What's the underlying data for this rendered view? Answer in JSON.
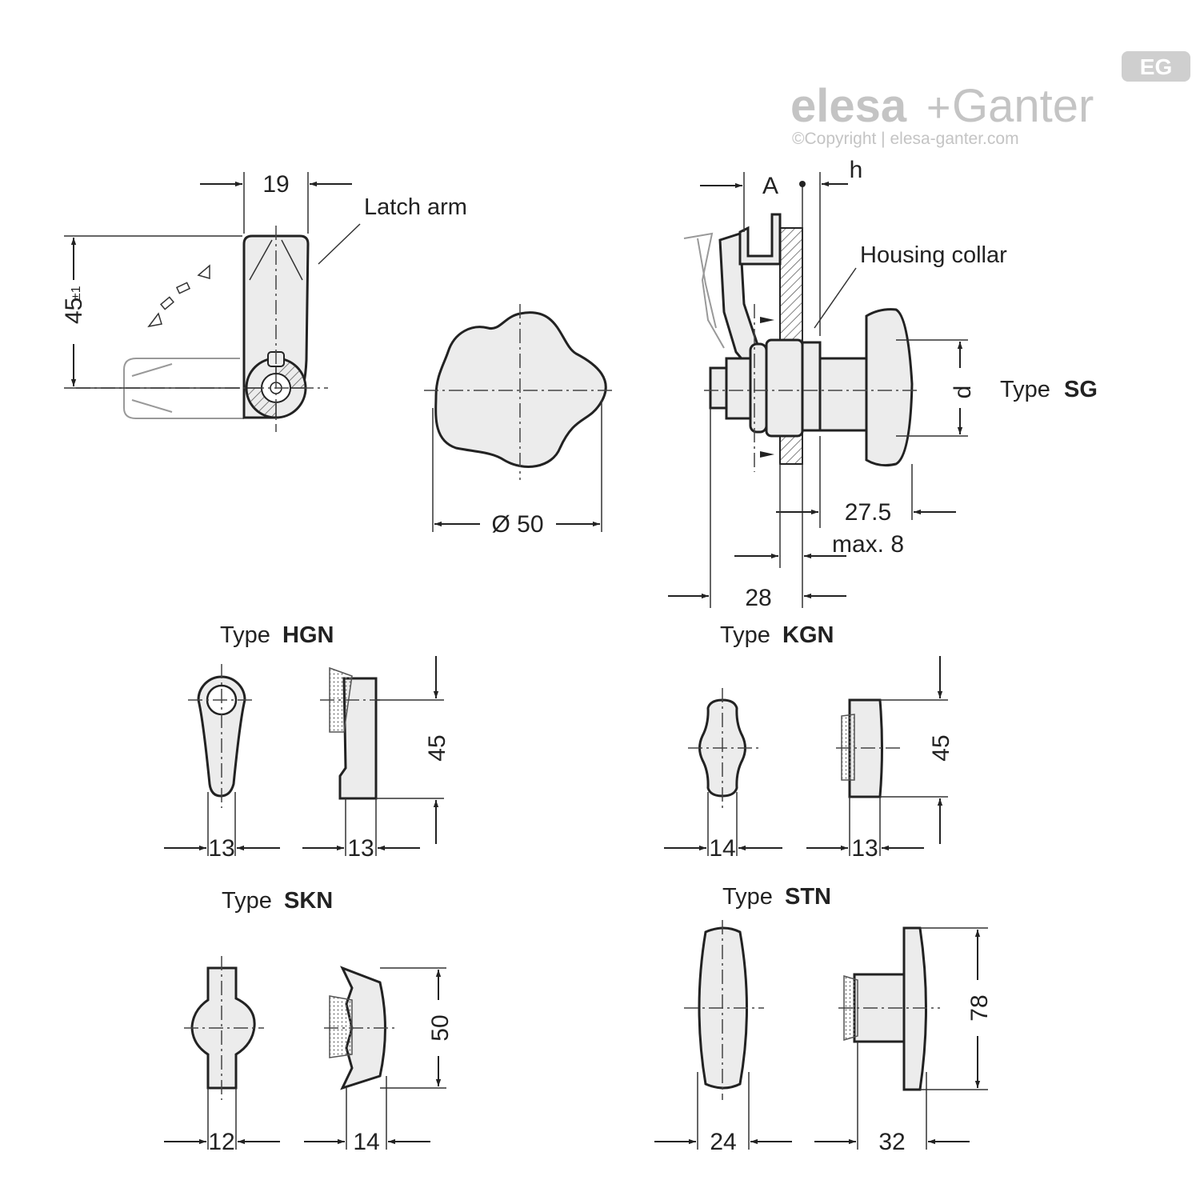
{
  "logo": {
    "badge": "EG",
    "brand_left": "elesa",
    "brand_plus": "+",
    "brand_right": "Ganter",
    "copyright": "©Copyright | elesa-ganter.com"
  },
  "side_view": {
    "dim_width": "19",
    "dim_height": "45",
    "dim_height_tol": "±1",
    "latch_arm_label": "Latch arm"
  },
  "knob_view": {
    "dim_diameter": "Ø 50"
  },
  "section_view": {
    "label_A": "A",
    "label_h": "h",
    "housing_collar_label": "Housing collar",
    "label_d": "d",
    "type_prefix": "Type",
    "type_code": "SG",
    "dim_27_5": "27.5",
    "dim_max8": "max. 8",
    "dim_28": "28"
  },
  "types": {
    "hgn": {
      "prefix": "Type",
      "code": "HGN",
      "dim_front": "13",
      "dim_side": "13",
      "dim_height": "45"
    },
    "kgn": {
      "prefix": "Type",
      "code": "KGN",
      "dim_front": "14",
      "dim_side": "13",
      "dim_height": "45"
    },
    "skn": {
      "prefix": "Type",
      "code": "SKN",
      "dim_front": "12",
      "dim_side": "14",
      "dim_height": "50"
    },
    "stn": {
      "prefix": "Type",
      "code": "STN",
      "dim_front": "24",
      "dim_side": "32",
      "dim_height": "78"
    }
  }
}
